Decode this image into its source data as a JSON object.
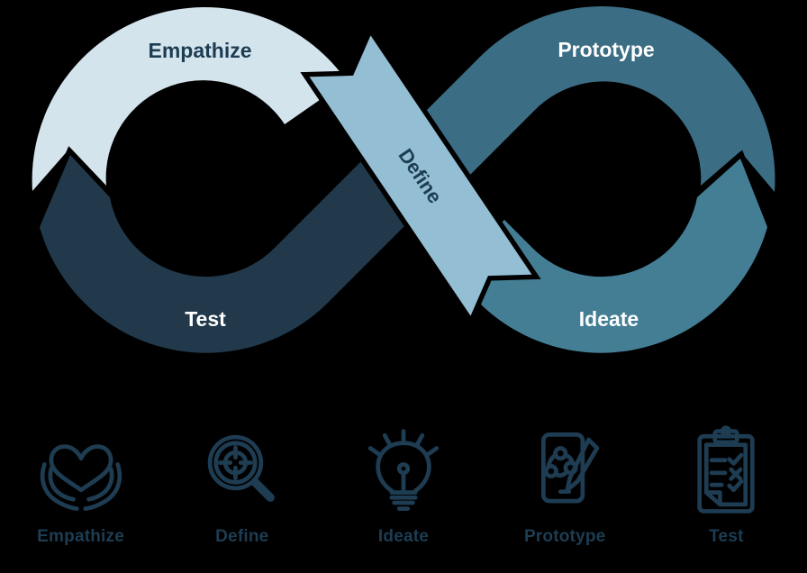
{
  "diagram": {
    "background": "#000000",
    "stages": {
      "empathize": {
        "label": "Empathize",
        "color": "#d4e4ed",
        "text_color": "#1d3d53"
      },
      "define": {
        "label": "Define",
        "color": "#94bed3",
        "text_color": "#1d3d53"
      },
      "ideate": {
        "label": "Ideate",
        "color": "#447e95",
        "text_color": "#ffffff"
      },
      "prototype": {
        "label": "Prototype",
        "color": "#3b6d84",
        "text_color": "#ffffff"
      },
      "test": {
        "label": "Test",
        "color": "#21394b",
        "text_color": "#ffffff"
      }
    }
  },
  "legend": {
    "icon_color": "#1e3c52",
    "label_color": "#1d3d53",
    "items": [
      {
        "label": "Empathize",
        "icon": "hands-heart-icon"
      },
      {
        "label": "Define",
        "icon": "magnifier-target-icon"
      },
      {
        "label": "Ideate",
        "icon": "lightbulb-icon"
      },
      {
        "label": "Prototype",
        "icon": "tablet-pencil-icon"
      },
      {
        "label": "Test",
        "icon": "clipboard-checklist-icon"
      }
    ]
  }
}
